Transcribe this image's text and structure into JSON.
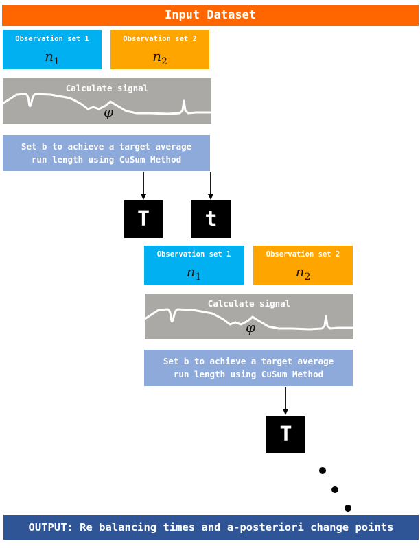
{
  "header": {
    "title": "Input Dataset"
  },
  "stage1": {
    "obs1": {
      "title": "Observation set 1",
      "var": "n",
      "sub": "1"
    },
    "obs2": {
      "title": "Observation set 2",
      "var": "n",
      "sub": "2"
    },
    "signal": {
      "title": "Calculate signal",
      "symbol": "φ"
    },
    "cusum": {
      "line1": "Set b to achieve a target average",
      "line2": "run length using CuSum Method"
    },
    "outputs": [
      "T",
      "t"
    ]
  },
  "stage2": {
    "obs1": {
      "title": "Observation set 1",
      "var": "n",
      "sub": "1"
    },
    "obs2": {
      "title": "Observation set 2",
      "var": "n",
      "sub": "2"
    },
    "signal": {
      "title": "Calculate signal",
      "symbol": "φ"
    },
    "cusum": {
      "line1": "Set b to achieve a target average",
      "line2": "run length using CuSum Method"
    },
    "outputs": [
      "T"
    ]
  },
  "output": {
    "label": "OUTPUT: Re balancing times and a-posteriori change points"
  },
  "colors": {
    "header": "#ff6600",
    "obs1": "#00b0f0",
    "obs2": "#ffa500",
    "signal": "#aba9a6",
    "cusum": "#8eaadb",
    "t_box": "#000000",
    "output": "#2f5597"
  }
}
